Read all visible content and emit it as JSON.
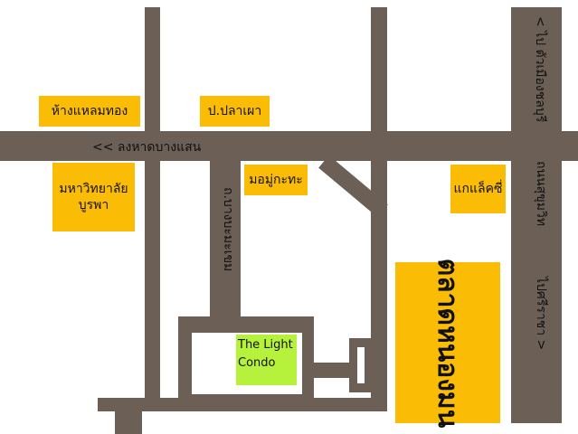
{
  "colors": {
    "road": "#6b5f56",
    "label_fill": "#fbbc05",
    "condo_fill": "#b6f23b",
    "background": "#ffffff"
  },
  "roads": {
    "main_road_label": "<<  ลงหาดบางแสน",
    "side_road_label": "ถ.บางบะมะเขม",
    "right_road_top": "< ไป ตัวเมืองชลบุรี",
    "right_road_middle": "ถนนสุขุมวิท",
    "right_road_bottom": "ไปศรีราชา >"
  },
  "places": {
    "hang_haem_thong": "ห้างแหลมทอง",
    "po_pla_phao": "ป.ปลาเผา",
    "mahawitthayalai_line1": "มหาวิทยาลัย",
    "mahawitthayalai_line2": "บูรพา",
    "mookata": "มอมู่กะทะ",
    "kaeklek": "แกแล็คซี่",
    "market": "ตลาดหนองมน",
    "condo_line1": "The Light",
    "condo_line2": "Condo"
  }
}
